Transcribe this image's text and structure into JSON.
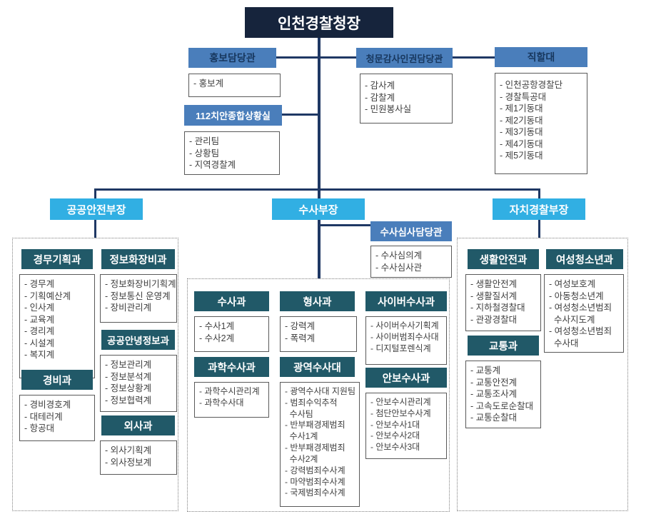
{
  "colors": {
    "chief_bg": "#16243C",
    "office_bg": "#4A7EBB",
    "bureau_bg": "#31AFE3",
    "dept_bg": "#215968",
    "connector": "#1F3864",
    "item_border": "#595959",
    "item_text": "#3F3F3F"
  },
  "chief": {
    "label": "인천경찰청장"
  },
  "offices": {
    "hongbo": {
      "label": "홍보담당관",
      "items": [
        "홍보계"
      ]
    },
    "sangwhang112": {
      "label": "112치안종합상황실",
      "items": [
        "관리팀",
        "상황팀",
        "지역경찰계"
      ]
    },
    "cheongmun": {
      "label": "청문감사인권담당관",
      "items": [
        "감사계",
        "감찰계",
        "민원봉사실"
      ]
    },
    "jikhal": {
      "label": "직할대",
      "items": [
        "인천공항경찰단",
        "경찰특공대",
        "제1기동대",
        "제2기동대",
        "제3기동대",
        "제4기동대",
        "제5기동대"
      ]
    },
    "simsa": {
      "label": "수사심사담당관",
      "items": [
        "수사심의계",
        "수사심사관"
      ]
    }
  },
  "bureaus": {
    "public_safety": {
      "label": "공공안전부장"
    },
    "investigation": {
      "label": "수사부장"
    },
    "autonomous": {
      "label": "자치경찰부장"
    }
  },
  "departments": {
    "gyeongmu": {
      "label": "경무기획과",
      "items": [
        "경무계",
        "기획예산계",
        "인사계",
        "교육계",
        "경리계",
        "시설계",
        "복지계"
      ]
    },
    "equip": {
      "label": "정보화장비과",
      "items": [
        "정보화장비기획계",
        "정보통신 운영계",
        "장비관리계"
      ]
    },
    "pubinfo": {
      "label": "공공안녕정보과",
      "items": [
        "정보관리계",
        "정보분석계",
        "정보상황계",
        "정보협력계"
      ]
    },
    "gyeongbi": {
      "label": "경비과",
      "items": [
        "경비경호계",
        "대테러계",
        "항공대"
      ]
    },
    "oesa": {
      "label": "외사과",
      "items": [
        "외사기획계",
        "외사정보계"
      ]
    },
    "susa": {
      "label": "수사과",
      "items": [
        "수사1계",
        "수사2계"
      ]
    },
    "hyeongsa": {
      "label": "형사과",
      "items": [
        "강력계",
        "폭력계"
      ]
    },
    "cyber": {
      "label": "사이버수사과",
      "items": [
        "사이버수사기획계",
        "사이버범죄수사대",
        "디지털포렌식계"
      ]
    },
    "forensic": {
      "label": "과학수사과",
      "items": [
        "과학수시관리계",
        "과학수사대"
      ]
    },
    "gwangyeok": {
      "label": "광역수사대",
      "items": [
        "광역수사대 지원팀",
        "범죄수익추적\n수사팀",
        "반부패경제범죄\n수사1계",
        "반부패경제범죄\n수사2계",
        "강력범죄수사계",
        "마약범죄수사계",
        "국제범죄수사계"
      ]
    },
    "anbo": {
      "label": "안보수사과",
      "items": [
        "안보수시관리계",
        "첨단안보수사계",
        "안보수사1대",
        "안보수사2대",
        "안보수사3대"
      ]
    },
    "saenghwal": {
      "label": "생활안전과",
      "items": [
        "생활안전계",
        "생활질서계",
        "지하철경찰대",
        "관광경찰대"
      ]
    },
    "yeocheong": {
      "label": "여성청소년과",
      "items": [
        "여성보호계",
        "아동청소년계",
        "여성청소년범죄\n수사지도계",
        "여성청소년범죄\n수사대"
      ]
    },
    "gyotong": {
      "label": "교통과",
      "items": [
        "교통계",
        "교통안전계",
        "교통조사계",
        "고속도로순찰대",
        "교통순찰대"
      ]
    }
  }
}
